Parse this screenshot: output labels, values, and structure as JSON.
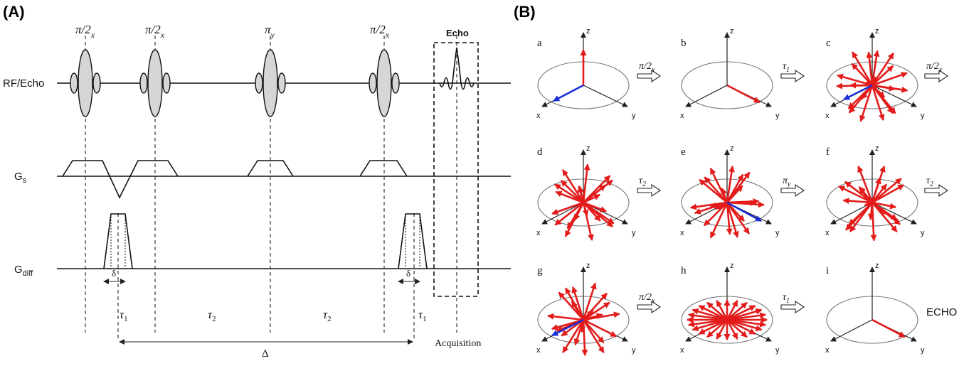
{
  "panel_a": {
    "label": "(A)",
    "channels": {
      "rf": "RF/Echo",
      "gs": "G",
      "gs_sub": "s",
      "gdiff": "G",
      "gdiff_sub": "diff"
    },
    "pulses": [
      {
        "base": "π/2",
        "sub": "x"
      },
      {
        "base": "π/2",
        "sub": "x"
      },
      {
        "base": "π",
        "sub": "y"
      },
      {
        "base": "π/2",
        "sub": "x"
      }
    ],
    "echo_label": "Echo",
    "delta_small": "δ",
    "delta_big": "Δ",
    "tau": [
      {
        "base": "τ",
        "sub": "1"
      },
      {
        "base": "τ",
        "sub": "2"
      },
      {
        "base": "τ",
        "sub": "2"
      },
      {
        "base": "τ",
        "sub": "1"
      }
    ],
    "acquisition": "Acquisition"
  },
  "panel_b": {
    "label": "(B)",
    "axis_labels": {
      "x": "x",
      "y": "y",
      "z": "z"
    },
    "cells": [
      {
        "id": "a"
      },
      {
        "id": "b"
      },
      {
        "id": "c"
      },
      {
        "id": "d"
      },
      {
        "id": "e"
      },
      {
        "id": "f"
      },
      {
        "id": "g"
      },
      {
        "id": "h"
      },
      {
        "id": "i"
      }
    ],
    "transitions": [
      {
        "base": "π/2",
        "sub": "x"
      },
      {
        "base": "τ",
        "sub": "1"
      },
      {
        "base": "π/2",
        "sub": "x"
      },
      {
        "base": "τ",
        "sub": "2"
      },
      {
        "base": "π",
        "sub": "y"
      },
      {
        "base": "τ",
        "sub": "2"
      },
      {
        "base": "π/2",
        "sub": "x"
      },
      {
        "base": "τ",
        "sub": "1"
      }
    ],
    "echo_text": "ECHO",
    "colors": {
      "magnetization": "#e31b1b",
      "reference": "#1a2fd6",
      "axes": "#222222"
    }
  }
}
